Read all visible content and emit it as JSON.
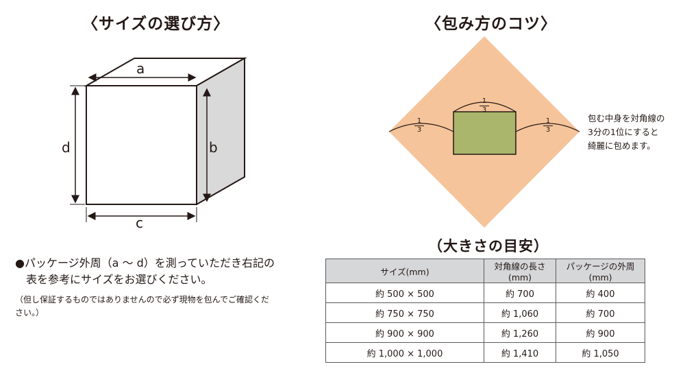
{
  "left": {
    "title": "〈サイズの選び方〉",
    "labels": {
      "a": "a",
      "b": "b",
      "c": "c",
      "d": "d"
    },
    "instruction_line1": "●パッケージ外周（a ～ d）を測っていただき右記の",
    "instruction_line2": "　表を参考にサイズをお選びください。",
    "note_line1": "（但し保証するものではありませんので必ず現物を包んでご確認くだ",
    "note_line2": "さい。）"
  },
  "right": {
    "title": "〈包み方のコツ〉",
    "fraction": {
      "numerator": "1",
      "denominator": "3"
    },
    "tip_lines": [
      "包む中身を対角線の",
      "3分の1位にすると",
      "綺麗に包めます。"
    ],
    "table_title": "（大きさの目安）",
    "colors": {
      "cloth": "#f5c49a",
      "item": "#a9b66b",
      "side": "#d9d9d9",
      "header": "#d6d7d9"
    }
  },
  "size_table": {
    "headers": [
      "サイズ(mm)",
      "対角線の長さ(mm)",
      "パッケージの外周(mm)"
    ],
    "rows": [
      [
        "約 500 × 500",
        "約 700",
        "約 400"
      ],
      [
        "約 750 × 750",
        "約 1,060",
        "約 700"
      ],
      [
        "約 900 × 900",
        "約 1,260",
        "約 900"
      ],
      [
        "約 1,000 × 1,000",
        "約 1,410",
        "約 1,050"
      ]
    ]
  }
}
